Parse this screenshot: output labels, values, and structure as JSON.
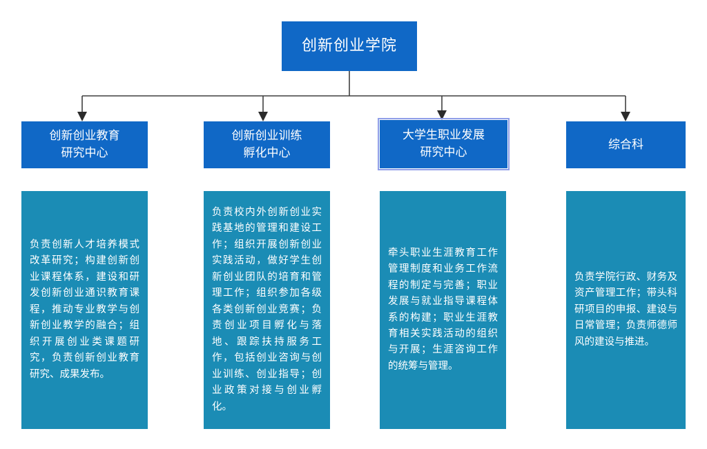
{
  "diagram": {
    "type": "organization-chart",
    "title": "创新创业学院",
    "colors": {
      "node_blue": "#1068c6",
      "description_blue": "#1b8cb5",
      "connector": "#3f3f3f",
      "selection_outline": "#8f9ee8",
      "text": "#ffffff",
      "background": "#ffffff"
    },
    "root": {
      "label": "创新创业学院"
    },
    "branches": [
      {
        "id": "branch-education-research",
        "title": "创新创业教育\n研究中心",
        "title_lines": [
          "创新创业教育",
          "研究中心"
        ],
        "selected": false,
        "description": "负责创新人才培养模式改革研究；构建创新创业课程体系，建设和研发创新创业通识教育课程，推动专业教学与创新创业教学的融合；组织开展创业类课题研究，负责创新创业教育研究、成果发布。"
      },
      {
        "id": "branch-training-incubation",
        "title": "创新创业训练\n孵化中心",
        "title_lines": [
          "创新创业训练",
          "孵化中心"
        ],
        "selected": false,
        "description": "负责校内外创新创业实践基地的管理和建设工作；组织开展创新创业实践活动，做好学生创新创业团队的培育和管理工作；组织参加各级各类创新创业竞赛；负责创业项目孵化与落地、跟踪扶持服务工作，包括创业咨询与创业训练、创业指导；创业政策对接与创业孵化。"
      },
      {
        "id": "branch-career-development",
        "title": "大学生职业发展\n研究中心",
        "title_lines": [
          "大学生职业发展",
          "研究中心"
        ],
        "selected": true,
        "description": "牵头职业生涯教育工作管理制度和业务工作流程的制定与完善；职业发展与就业指导课程体系的构建；职业生涯教育相关实践活动的组织与开展；生涯咨询工作的统筹与管理。"
      },
      {
        "id": "branch-general-affairs",
        "title": "综合科",
        "title_lines": [
          "综合科"
        ],
        "selected": false,
        "description": "负责学院行政、财务及资产管理工作；带头科研项目的申报、建设与日常管理；负责师德师风的建设与推进。"
      }
    ]
  }
}
